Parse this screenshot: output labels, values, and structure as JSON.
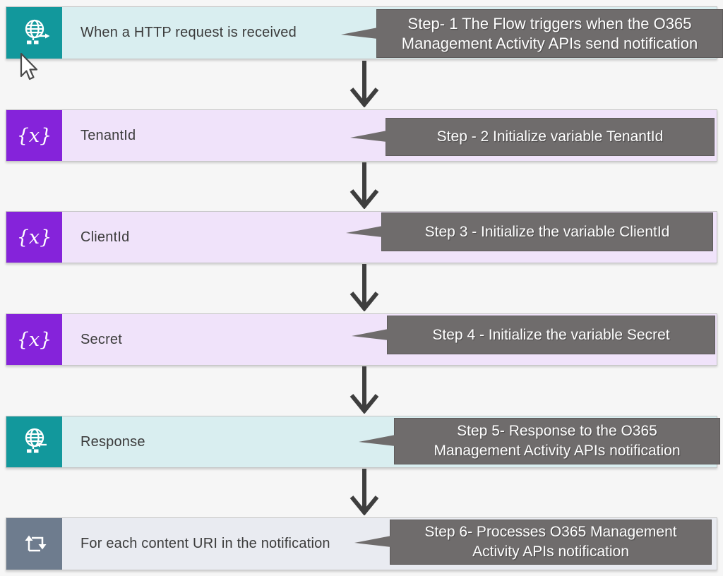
{
  "colors": {
    "teal_icon": "#12989c",
    "teal_row": "#d9eef0",
    "purple_icon": "#8523da",
    "purple_row": "#f0e3fa",
    "slate_icon": "#6e7c8e",
    "slate_row": "#e9ebf1",
    "callout_bg": "#6f6c6c",
    "flow_arrow": "#3e3e3e"
  },
  "icons": {
    "variable_glyph": "{x}"
  },
  "steps": [
    {
      "label": "When a HTTP request is received",
      "callout_line1": "Step- 1 The Flow triggers when the O365",
      "callout_line2": "Management Activity APIs send notification"
    },
    {
      "label": "TenantId",
      "callout_line1": "Step - 2 Initialize variable TenantId"
    },
    {
      "label": "ClientId",
      "callout_line1": "Step 3 - Initialize the variable ClientId"
    },
    {
      "label": "Secret",
      "callout_line1": "Step 4 - Initialize the variable Secret"
    },
    {
      "label": "Response",
      "callout_line1": "Step 5- Response to the O365",
      "callout_line2": "Management Activity APIs notification"
    },
    {
      "label": "For each content URI in the notification",
      "callout_line1": "Step 6- Processes O365 Management",
      "callout_line2": "Activity APIs notification"
    }
  ]
}
